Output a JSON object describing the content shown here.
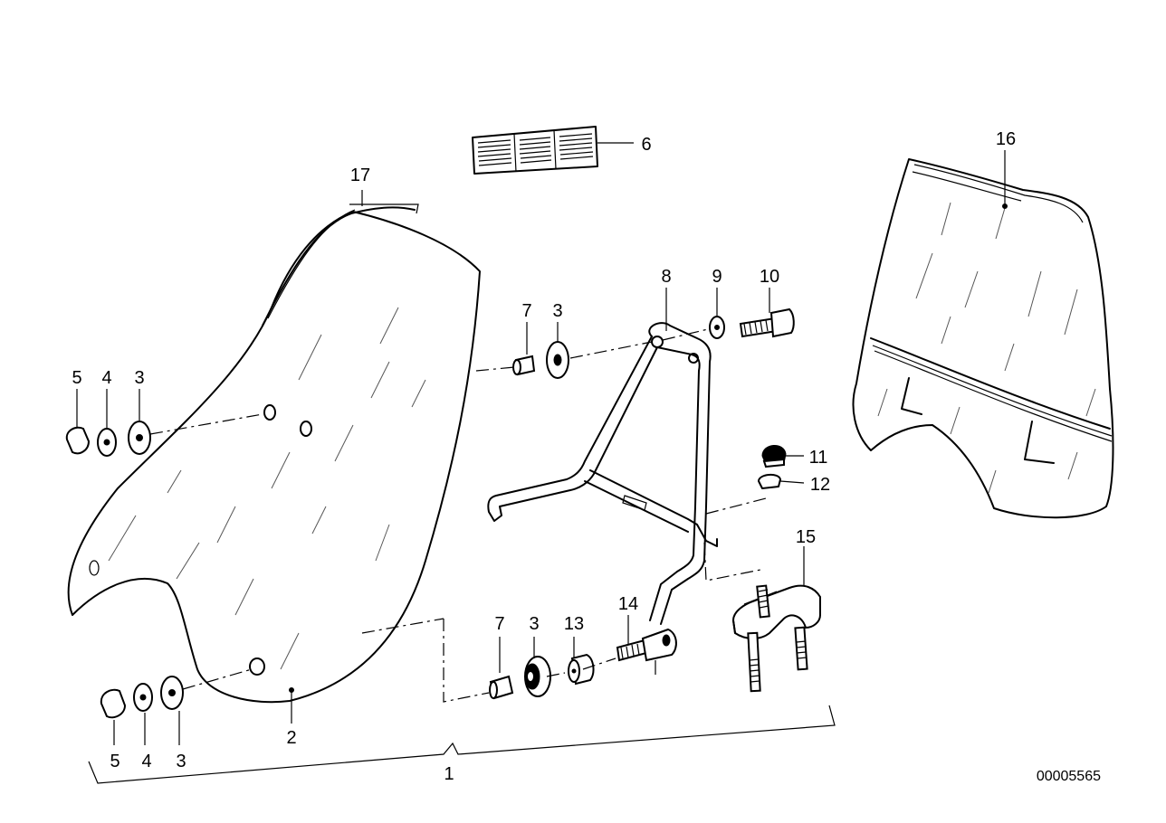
{
  "diagram_number": "00005565",
  "callouts": {
    "c1": "1",
    "c2": "2",
    "c3a": "3",
    "c3b": "3",
    "c3c": "3",
    "c3d": "3",
    "c4a": "4",
    "c4b": "4",
    "c5a": "5",
    "c5b": "5",
    "c6": "6",
    "c7a": "7",
    "c7b": "7",
    "c8": "8",
    "c9": "9",
    "c10": "10",
    "c11": "11",
    "c12": "12",
    "c13": "13",
    "c14": "14",
    "c15": "15",
    "c16": "16",
    "c17": "17"
  }
}
